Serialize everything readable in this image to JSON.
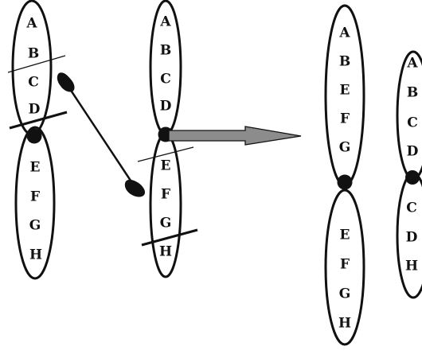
{
  "colors": {
    "stroke": "#111111",
    "arrow_fill": "#8c8c8c",
    "background": "#ffffff"
  },
  "chromosome_1": {
    "top_arm": [
      "A",
      "B",
      "C",
      "D"
    ],
    "bottom_arm": [
      "E",
      "F",
      "G",
      "H"
    ]
  },
  "chromosome_2": {
    "top_arm": [
      "A",
      "B",
      "C",
      "D"
    ],
    "bottom_arm": [
      "E",
      "F",
      "G",
      "H"
    ]
  },
  "result_long": {
    "top_arm": [
      "A",
      "B",
      "E",
      "F",
      "G"
    ],
    "bottom_arm": [
      "E",
      "F",
      "G",
      "H"
    ]
  },
  "result_short": {
    "top_arm": [
      "A",
      "B",
      "C",
      "D"
    ],
    "bottom_arm": [
      "C",
      "D",
      "H"
    ]
  },
  "arrow": {
    "icon": "right-arrow-icon"
  }
}
